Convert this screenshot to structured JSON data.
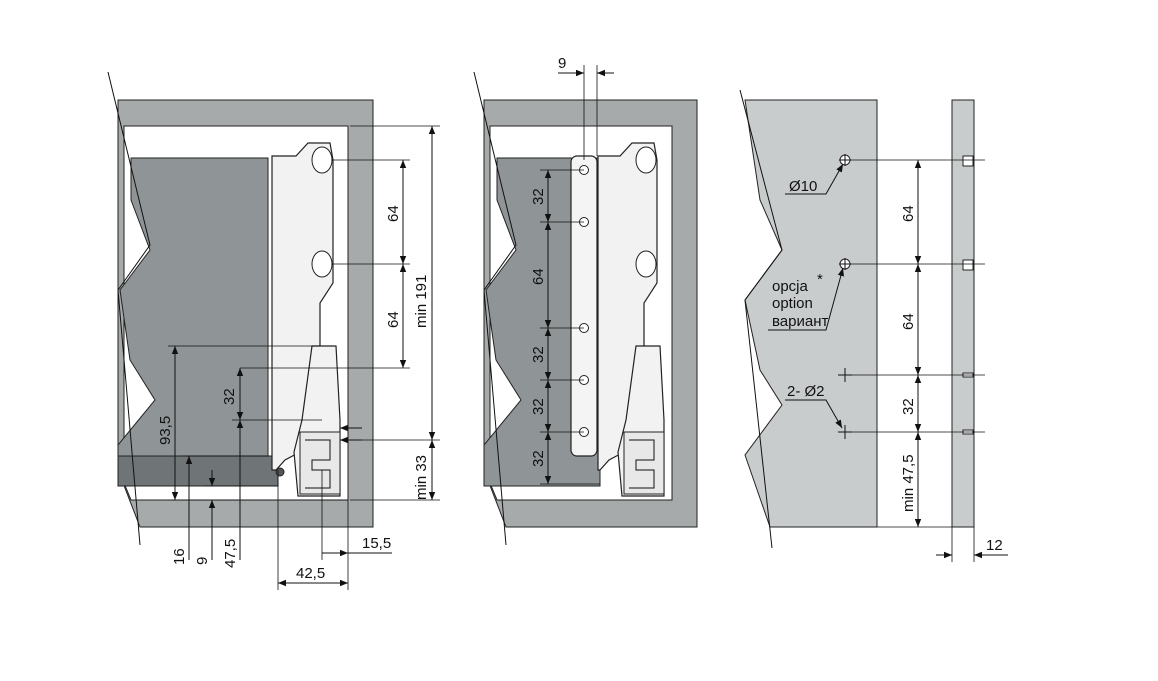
{
  "colors": {
    "cabinet_frame": "#a6aaab",
    "cabinet_inner": "#ffffff",
    "drawer_front": "#8f9597",
    "panel": "#c9cccd",
    "outline": "#222222",
    "runner": "#f2f2f2"
  },
  "view1": {
    "dims": {
      "d64_top": "64",
      "d64_bottom": "64",
      "min191": "min 191",
      "min33": "min 33",
      "d93_5": "93,5",
      "d32": "32",
      "d16": "16",
      "d9": "9",
      "d47_5": "47,5",
      "d42_5": "42,5",
      "d15_5": "15,5"
    }
  },
  "view2": {
    "dims": {
      "d9_top": "9",
      "d32_a": "32",
      "d64": "64",
      "d32_b": "32",
      "d32_c": "32",
      "d32_d": "32"
    }
  },
  "view3": {
    "labels": {
      "hole10": "Ø10",
      "option_lines": [
        "opcja",
        "option",
        "вариант"
      ],
      "asterisk": "*",
      "hole2": "2- Ø2"
    },
    "dims": {
      "d64_a": "64",
      "d64_b": "64",
      "d32": "32",
      "min47_5": "min 47,5",
      "d12": "12"
    }
  }
}
